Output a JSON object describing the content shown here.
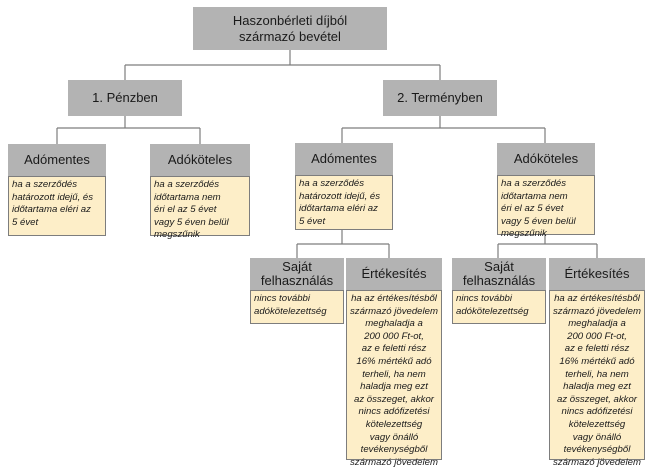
{
  "root": {
    "title": "Haszonbérleti díjból\nszármazó bevétel"
  },
  "branches": {
    "cash": {
      "title": "1. Pénzben",
      "exempt": {
        "title": "Adómentes",
        "note": "ha a szerződés\nhatározott idejű, és\nidőtartama eléri az\n5 évet"
      },
      "taxable": {
        "title": "Adóköteles",
        "note": "ha a szerződés\nidőtartama nem\néri el az 5 évet\nvagy 5 éven belül\nmegszűnik"
      }
    },
    "kind": {
      "title": "2. Terményben",
      "exempt": {
        "title": "Adómentes",
        "note": "ha a szerződés\nhatározott idejű, és\nidőtartama eléri az\n5 évet",
        "own_use": {
          "title": "Saját\nfelhasználás",
          "note": "nincs további\nadókötelezettség"
        },
        "sale": {
          "title": "Értékesítés",
          "note": "ha az értékesítésből\nszármazó jövedelem\nmeghaladja a\n200 000 Ft-ot,\naz e feletti rész\n16% mértékű adó\nterheli, ha nem\nhaladja meg ezt\naz összeget, akkor\nnincs adófizetési\nkötelezettség\nvagy önálló\ntevékenységből\nszármazó jövedelem"
        }
      },
      "taxable": {
        "title": "Adóköteles",
        "note": "ha a szerződés\nidőtartama nem\néri el az 5 évet\nvagy 5 éven belül\nmegszűnik",
        "own_use": {
          "title": "Saját\nfelhasználás",
          "note": "nincs további\nadókötelezettség"
        },
        "sale": {
          "title": "Értékesítés",
          "note": "ha az értékesítésből\nszármazó jövedelem\nmeghaladja a\n200 000 Ft-ot,\naz e feletti rész\n16% mértékű adó\nterheli, ha nem\nhaladja meg ezt\naz összeget, akkor\nnincs adófizetési\nkötelezettség\nvagy önálló\ntevékenységből\nszármazó jövedelem"
        }
      }
    }
  },
  "colors": {
    "header_fill": "#b3b3b3",
    "note_fill": "#fdeec8",
    "line": "#7d7d7d"
  }
}
